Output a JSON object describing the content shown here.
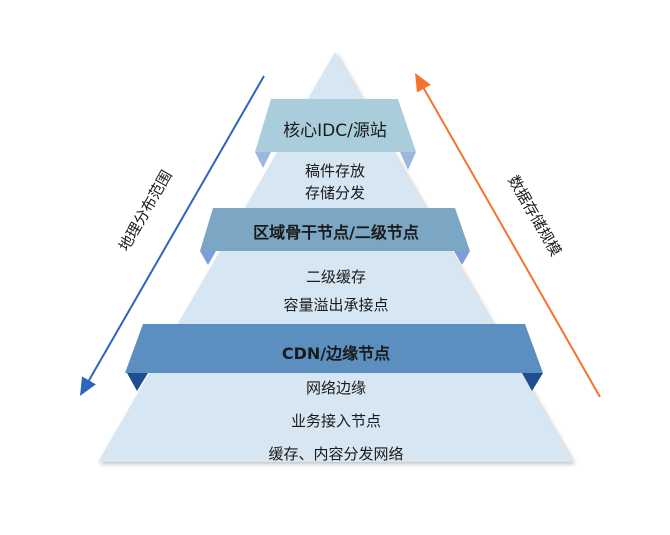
{
  "colors": {
    "pyramid_fill": "#d6e6f3",
    "band_top": "#a9cddb",
    "band_middle": "#7ba7c4",
    "band_bottom": "#5b8fc0",
    "tab_top": "#9db6e0",
    "tab_middle": "#7a9fd8",
    "tab_bottom": "#1f4e8e",
    "arrow_left": "#2e64bd",
    "arrow_right": "#f5732e"
  },
  "tiers": [
    {
      "title": "核心IDC/源站",
      "descriptions": [
        "稿件存放",
        "存储分发"
      ]
    },
    {
      "title": "区域骨干节点/二级节点",
      "descriptions": [
        "二级缓存",
        "容量溢出承接点"
      ]
    },
    {
      "title": "CDN/边缘节点",
      "descriptions": [
        "网络边缘",
        "业务接入节点",
        "缓存、内容分发网络"
      ]
    }
  ],
  "side_labels": {
    "left": "地理分布范围",
    "right": "数据存储规模"
  }
}
